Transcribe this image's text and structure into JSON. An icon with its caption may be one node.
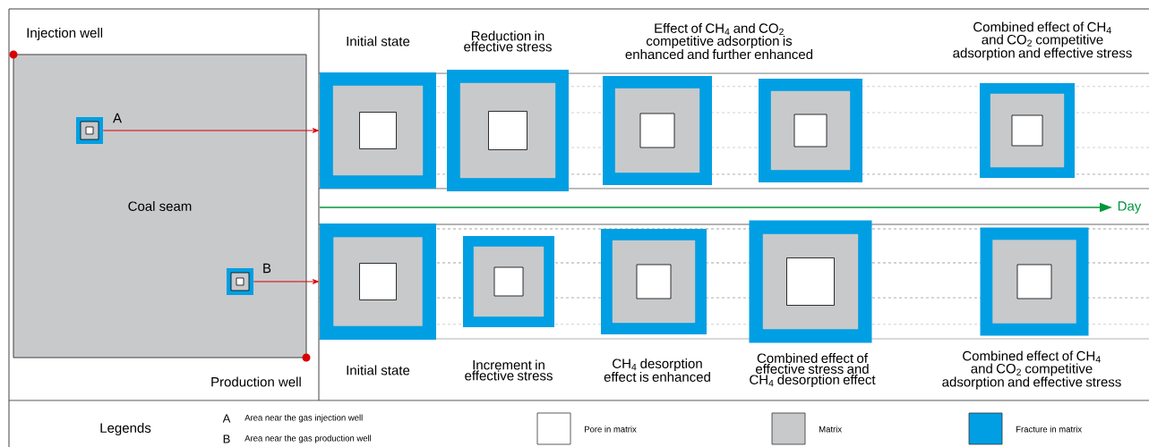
{
  "diagram": {
    "nodes": [
      {
        "text": [
          "Coal seam"
        ]
      },
      {
        "text": [],
        "shape": "box",
        "beside": [
          "A"
        ],
        "in": 0
      },
      {
        "text": [],
        "shape": "box",
        "beside": [
          "B"
        ],
        "in": 0
      },
      {
        "text": [],
        "shape": "box"
      },
      {
        "text": [],
        "shape": "box"
      },
      {
        "text": [],
        "shape": "box"
      },
      {
        "text": [],
        "shape": "box"
      },
      {
        "text": [],
        "shape": "box"
      },
      {
        "text": [],
        "shape": "box"
      },
      {
        "text": [],
        "shape": "box"
      },
      {
        "text": [],
        "shape": "box"
      },
      {
        "text": [],
        "shape": "box"
      },
      {
        "text": [],
        "shape": "box"
      }
    ],
    "edges": [
      {
        "from": 1,
        "to": 3,
        "arrow": "to"
      },
      {
        "from": 2,
        "to": 8,
        "arrow": "to"
      }
    ],
    "labels": [
      "Injection well",
      "Initial state",
      "Reduction in effective stress",
      "Effect of CH$_{4}$ and CO$_{2}$ competitive adsorption is enhanced and further enhanced",
      "Combined effect of CH$_{4}$ and CO$_{2}$ competitive adsorption and effective stress",
      "Day",
      "Production well",
      "Initial state",
      "Increment in effective stress",
      "CH$_{4}$ desorption effect is enhanced",
      "Combined effect of effective stress and CH$_{4}$ desorption effect",
      "Combined effect of CH$_{4}$ and CO$_{2}$ competitive adsorption and effective stress",
      "Legends",
      "A",
      "Area near the gas injection well",
      "B",
      "Area near the gas production well"
    ],
    "legend": [
      {
        "text": "Pore in matrix"
      },
      {
        "text": "Matrix",
        "color": "#c8c9cb"
      },
      {
        "text": "Fracture in matrix",
        "color": "#009fe3"
      }
    ]
  }
}
